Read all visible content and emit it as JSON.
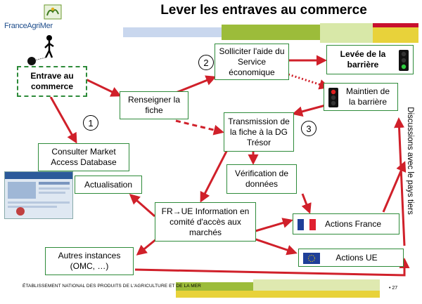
{
  "title": "Lever les entraves au commerce",
  "logo": {
    "name": "FranceAgriMer"
  },
  "boxes": {
    "entrave": "Entrave au commerce",
    "renseigner": "Renseigner la fiche",
    "solliciter": "Solliciter l'aide du Service économique",
    "levee": "Levée de la barrière",
    "maintien": "Maintien de la barrière",
    "transmission": "Transmission de la fiche à la DG Trésor",
    "consulter": "Consulter Market Access Database",
    "actualisation": "Actualisation",
    "verification": "Vérification de données",
    "information": "FR→UE Information en comité d'accès aux marchés",
    "actions_france": "Actions France",
    "actions_ue": "Actions UE",
    "autres": "Autres instances (OMC, …)"
  },
  "steps": [
    "1",
    "2",
    "3"
  ],
  "side_text": "Discussions avec le pays tiers",
  "footer": {
    "text": "ÉTABLISSEMENT NATIONAL DES PRODUITS DE L'AGRICULTURE ET DE LA MER",
    "page": "• 27"
  },
  "colors": {
    "box_border": "#2e8b3a",
    "arrow": "#d0202a",
    "band_green": "#8db83a",
    "band_blue": "#b9c9e6",
    "band_red": "#c8102e"
  },
  "icons": [
    "traffic-light-green-icon",
    "traffic-light-red-icon",
    "france-flag-icon",
    "eu-flag-icon",
    "person-ball-chain-icon"
  ]
}
